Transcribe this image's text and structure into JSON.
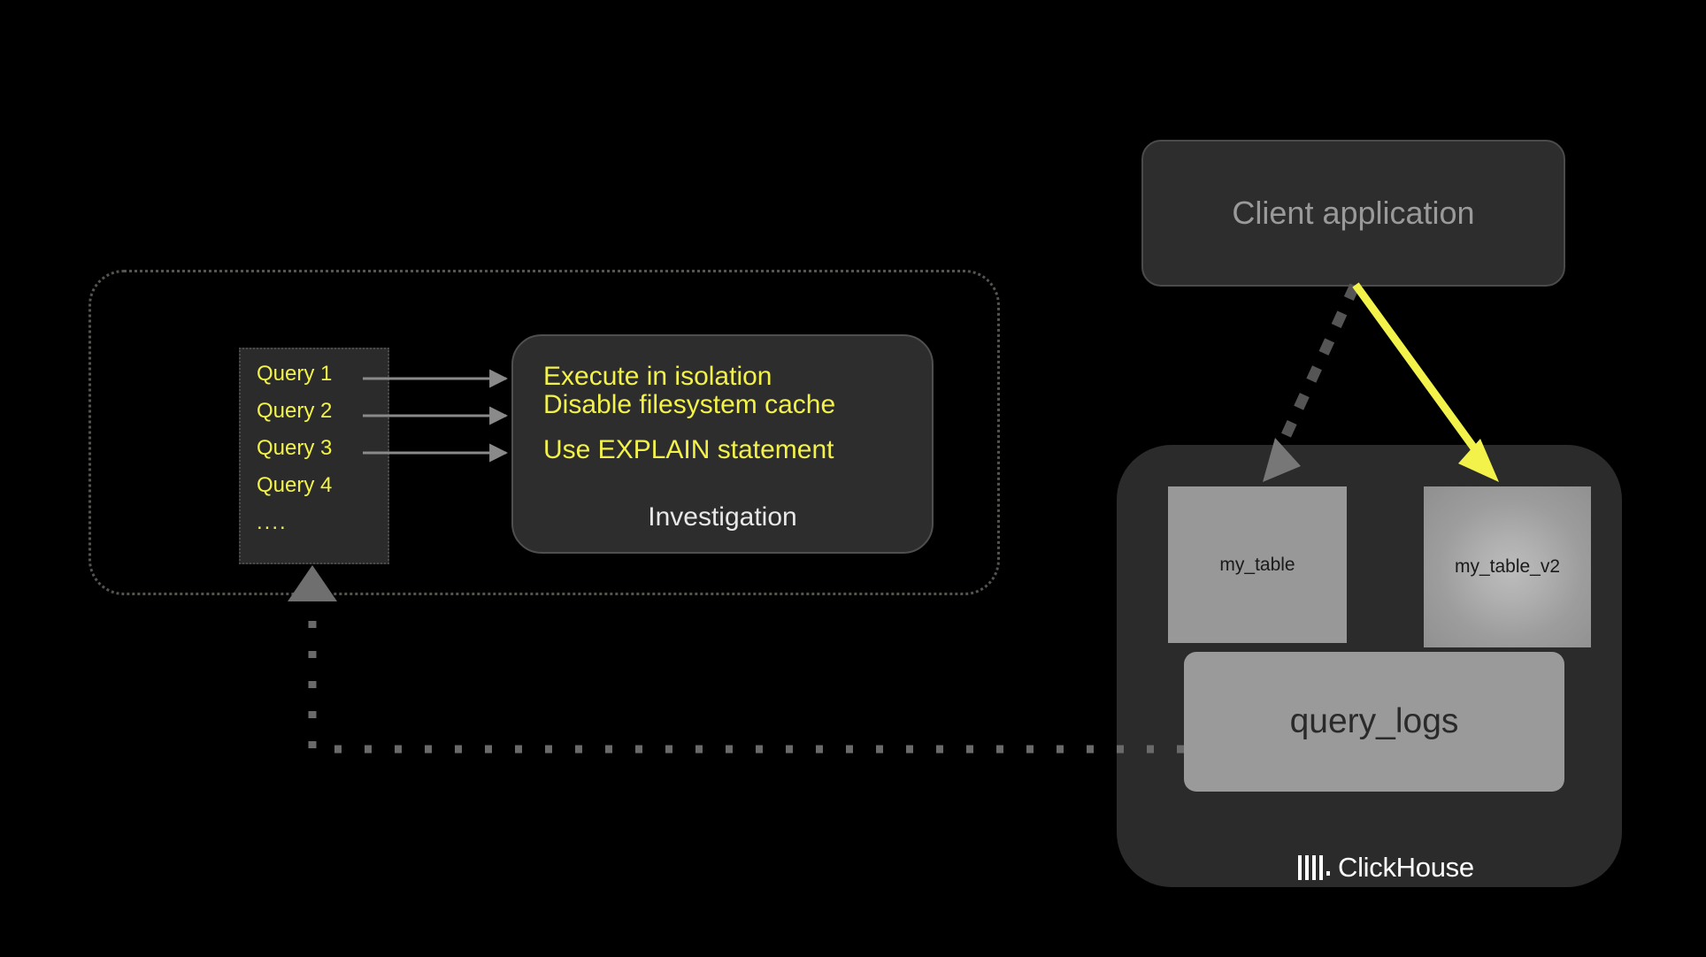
{
  "diagram": {
    "title": "ClickHouse query investigation workflow",
    "background_color": "#000000",
    "accent_yellow": "#f2f24a",
    "muted_gray": "#9a9a9a"
  },
  "investigation_container": {
    "label": "investigation-area"
  },
  "query_list": {
    "items": [
      {
        "label": "Query 1"
      },
      {
        "label": "Query 2"
      },
      {
        "label": "Query 3"
      },
      {
        "label": "Query 4"
      },
      {
        "label": "...."
      }
    ]
  },
  "investigation_box": {
    "steps": [
      {
        "text": "Execute in isolation"
      },
      {
        "text": "Disable filesystem cache"
      },
      {
        "text": "Use EXPLAIN statement"
      }
    ],
    "title": "Investigation"
  },
  "client_application": {
    "label": "Client application"
  },
  "clickhouse": {
    "brand_name": "ClickHouse",
    "logo_icon": "clickhouse-bars-icon",
    "tables": [
      {
        "name": "my_table",
        "style": "solid"
      },
      {
        "name": "my_table_v2",
        "style": "highlighted"
      }
    ],
    "logs_table": {
      "name": "query_logs"
    }
  },
  "connections": [
    {
      "from": "query-1",
      "to": "investigation-box",
      "style": "solid",
      "color": "#8a8a8a"
    },
    {
      "from": "query-2",
      "to": "investigation-box",
      "style": "solid",
      "color": "#8a8a8a"
    },
    {
      "from": "query-3",
      "to": "investigation-box",
      "style": "solid",
      "color": "#8a8a8a"
    },
    {
      "from": "client-application",
      "to": "my_table",
      "style": "dashed",
      "color": "#555555"
    },
    {
      "from": "client-application",
      "to": "my_table_v2",
      "style": "solid",
      "color": "#f2f24a"
    },
    {
      "from": "query_logs",
      "to": "query-list",
      "style": "dotted",
      "color": "#6a6a6a"
    }
  ]
}
